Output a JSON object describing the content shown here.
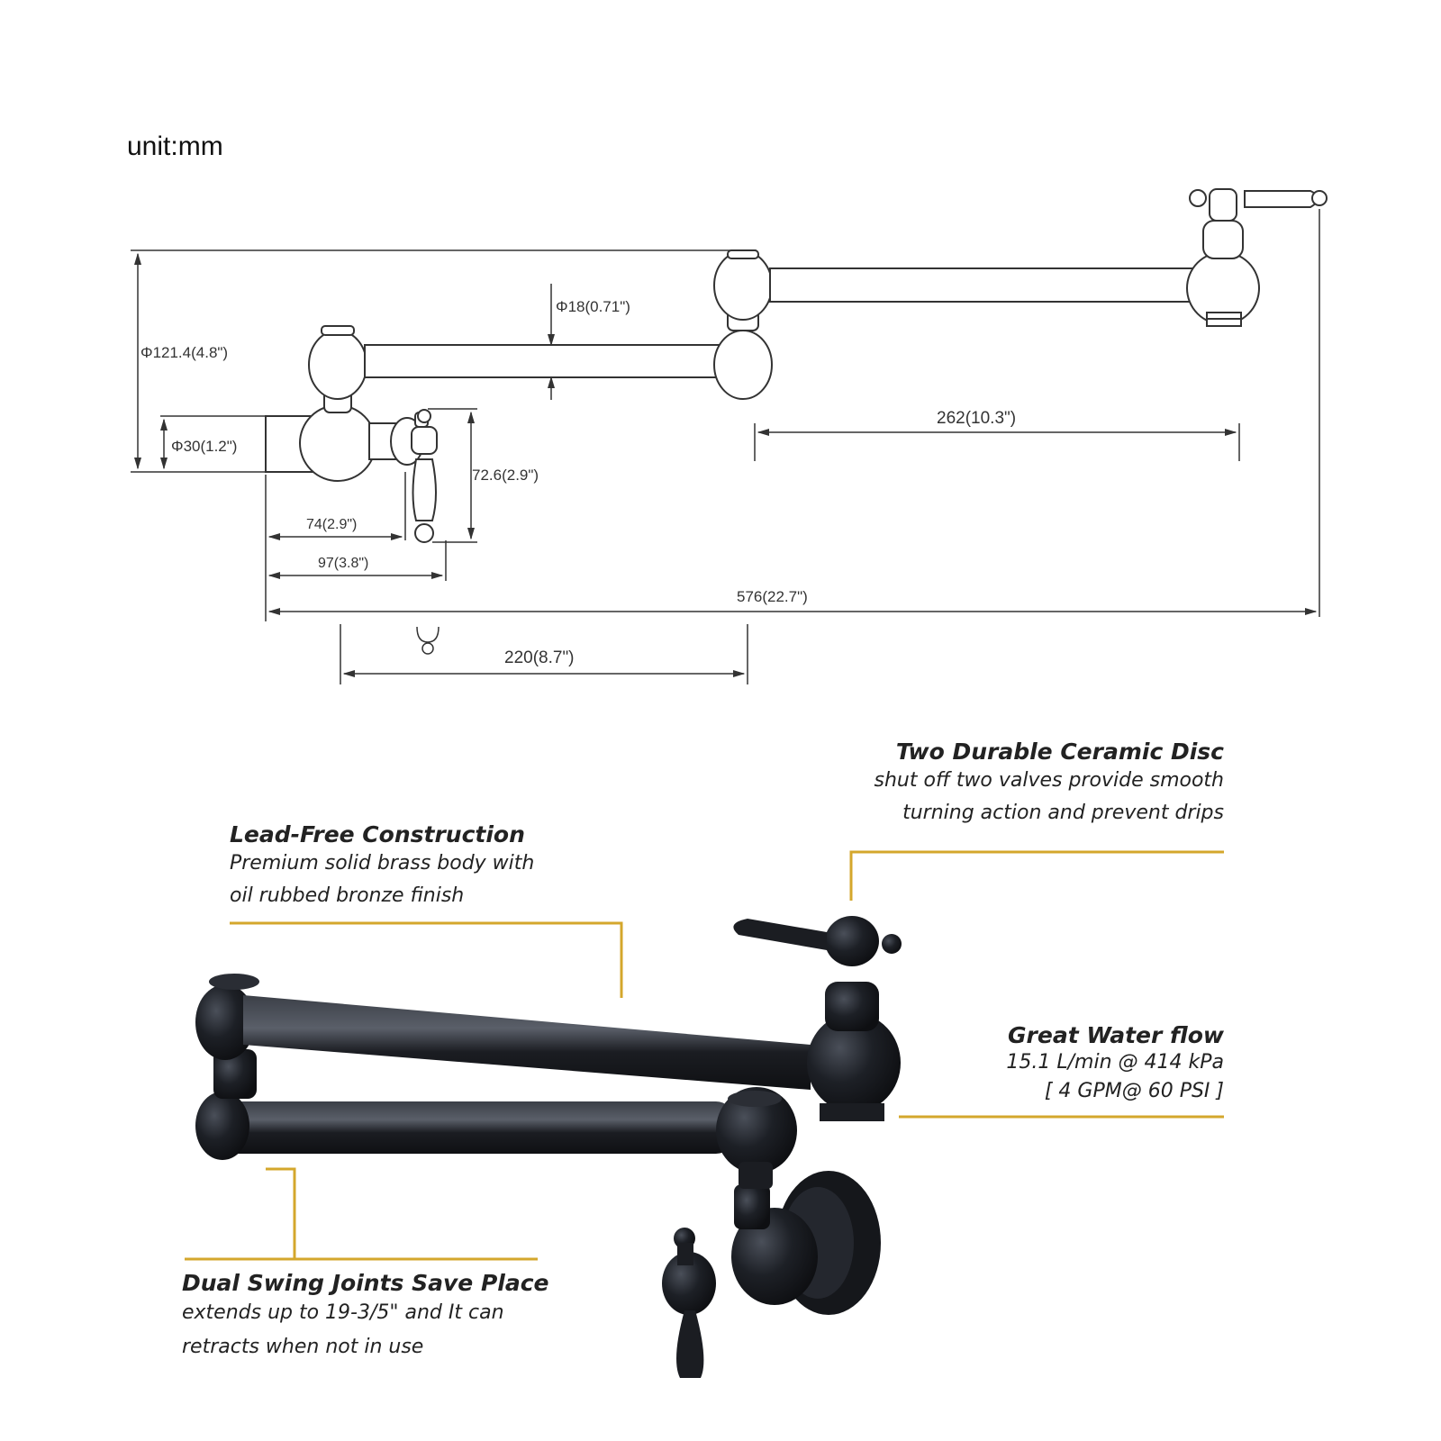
{
  "unit_label": "unit:mm",
  "dimensions": {
    "overall_height": "Φ121.4(4.8\")",
    "pipe_diameter": "Φ18(0.71\")",
    "inlet_diameter": "Φ30(1.2\")",
    "handle_height": "72.6(2.9\")",
    "body_to_handle": "74(2.9\")",
    "body_depth": "97(3.8\")",
    "upper_arm": "262(10.3\")",
    "total_reach": "576(22.7\")",
    "lower_arm": "220(8.7\")"
  },
  "callouts": {
    "ceramic": {
      "title": "Two Durable Ceramic Disc",
      "line1": "shut off two valves provide smooth",
      "line2": "turning action and prevent drips"
    },
    "lead_free": {
      "title": "Lead-Free Construction",
      "line1": "Premium solid brass body with",
      "line2": "oil rubbed bronze finish"
    },
    "water_flow": {
      "title": "Great Water flow",
      "line1": "15.1 L/min @ 414 kPa",
      "line2": "[ 4 GPM@ 60 PSI ]"
    },
    "swing_joints": {
      "title": "Dual Swing Joints Save Place",
      "line1": "extends up to 19-3/5\" and It can",
      "line2": "retracts when not in use"
    }
  },
  "colors": {
    "leader_line": "#d4a72c",
    "faucet_finish": "#1b1d22",
    "drawing_line": "#333333"
  }
}
